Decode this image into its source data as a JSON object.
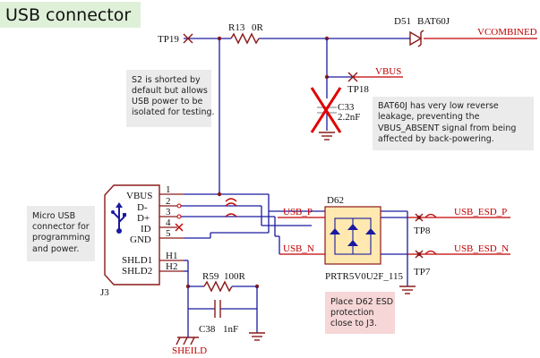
{
  "title": "USB connector",
  "colors": {
    "title_bg": "#dff0d8",
    "note_bg": "#ebebeb",
    "note_pink": "#f6d6d6",
    "d62_body": "#ffe9b0",
    "net_red": "#c00000",
    "wire_blue": "#1a1aa0",
    "pin_brown": "#8b1a1a"
  },
  "components": {
    "tp19": "TP19",
    "r13_ref": "R13",
    "r13_val": "0R",
    "d51_ref": "D51",
    "d51_val": "BAT60J",
    "vcombined": "VCOMBINED",
    "vbus": "VBUS",
    "tp18": "TP18",
    "c33_ref": "C33",
    "c33_val": "2.2nF",
    "d62_ref": "D62",
    "d62_part": "PRTR5V0U2F_115",
    "tp8": "TP8",
    "tp7": "TP7",
    "usb_esd_p": "USB_ESD_P",
    "usb_esd_n": "USB_ESD_N",
    "usb_p": "USB_P",
    "usb_n": "USB_N",
    "r59_ref": "R59",
    "r59_val": "100R",
    "c38_ref": "C38",
    "c38_val": "1nF",
    "shield": "SHEILD",
    "j3": "J3"
  },
  "connector_pins": [
    {
      "num": "1",
      "name": "VBUS"
    },
    {
      "num": "2",
      "name": "D-"
    },
    {
      "num": "3",
      "name": "D+"
    },
    {
      "num": "4",
      "name": "ID"
    },
    {
      "num": "5",
      "name": "GND"
    },
    {
      "num": "H1",
      "name": "SHLD1"
    },
    {
      "num": "H2",
      "name": "SHLD2"
    }
  ],
  "notes": {
    "s2": [
      "S2 is shorted by",
      "default but allows",
      "USB power to be",
      "isolated for testing."
    ],
    "bat60j": [
      "BAT60J has very low reverse",
      "leakage, preventing the",
      "VBUS_ABSENT signal from being",
      "affected by back-powering."
    ],
    "micro_usb": [
      "Micro USB",
      "connector for",
      "programming",
      "and power."
    ],
    "d62": [
      "Place D62 ESD",
      "protection",
      "close to J3."
    ]
  }
}
